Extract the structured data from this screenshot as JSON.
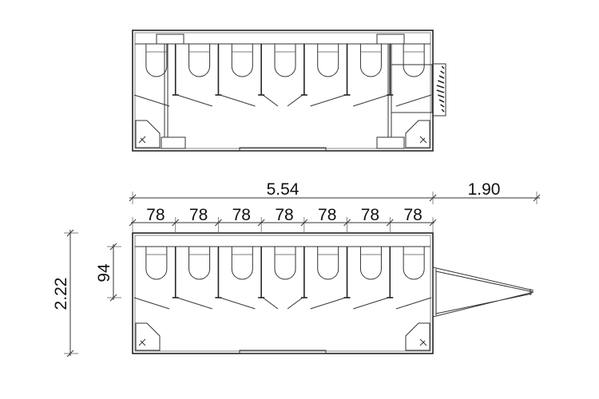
{
  "plans": [
    {
      "id": "top-plan",
      "stalls": 7,
      "has_steps": true
    },
    {
      "id": "bottom-plan",
      "stalls": 7,
      "has_drawbar": true
    }
  ],
  "dimensions": {
    "overall_length": "5.54",
    "drawbar_length": "1.90",
    "stall_widths": [
      "78",
      "78",
      "78",
      "78",
      "78",
      "78",
      "78"
    ],
    "stall_depth": "94",
    "overall_width": "2.22"
  },
  "colors": {
    "line": "#333333",
    "background": "#ffffff"
  }
}
